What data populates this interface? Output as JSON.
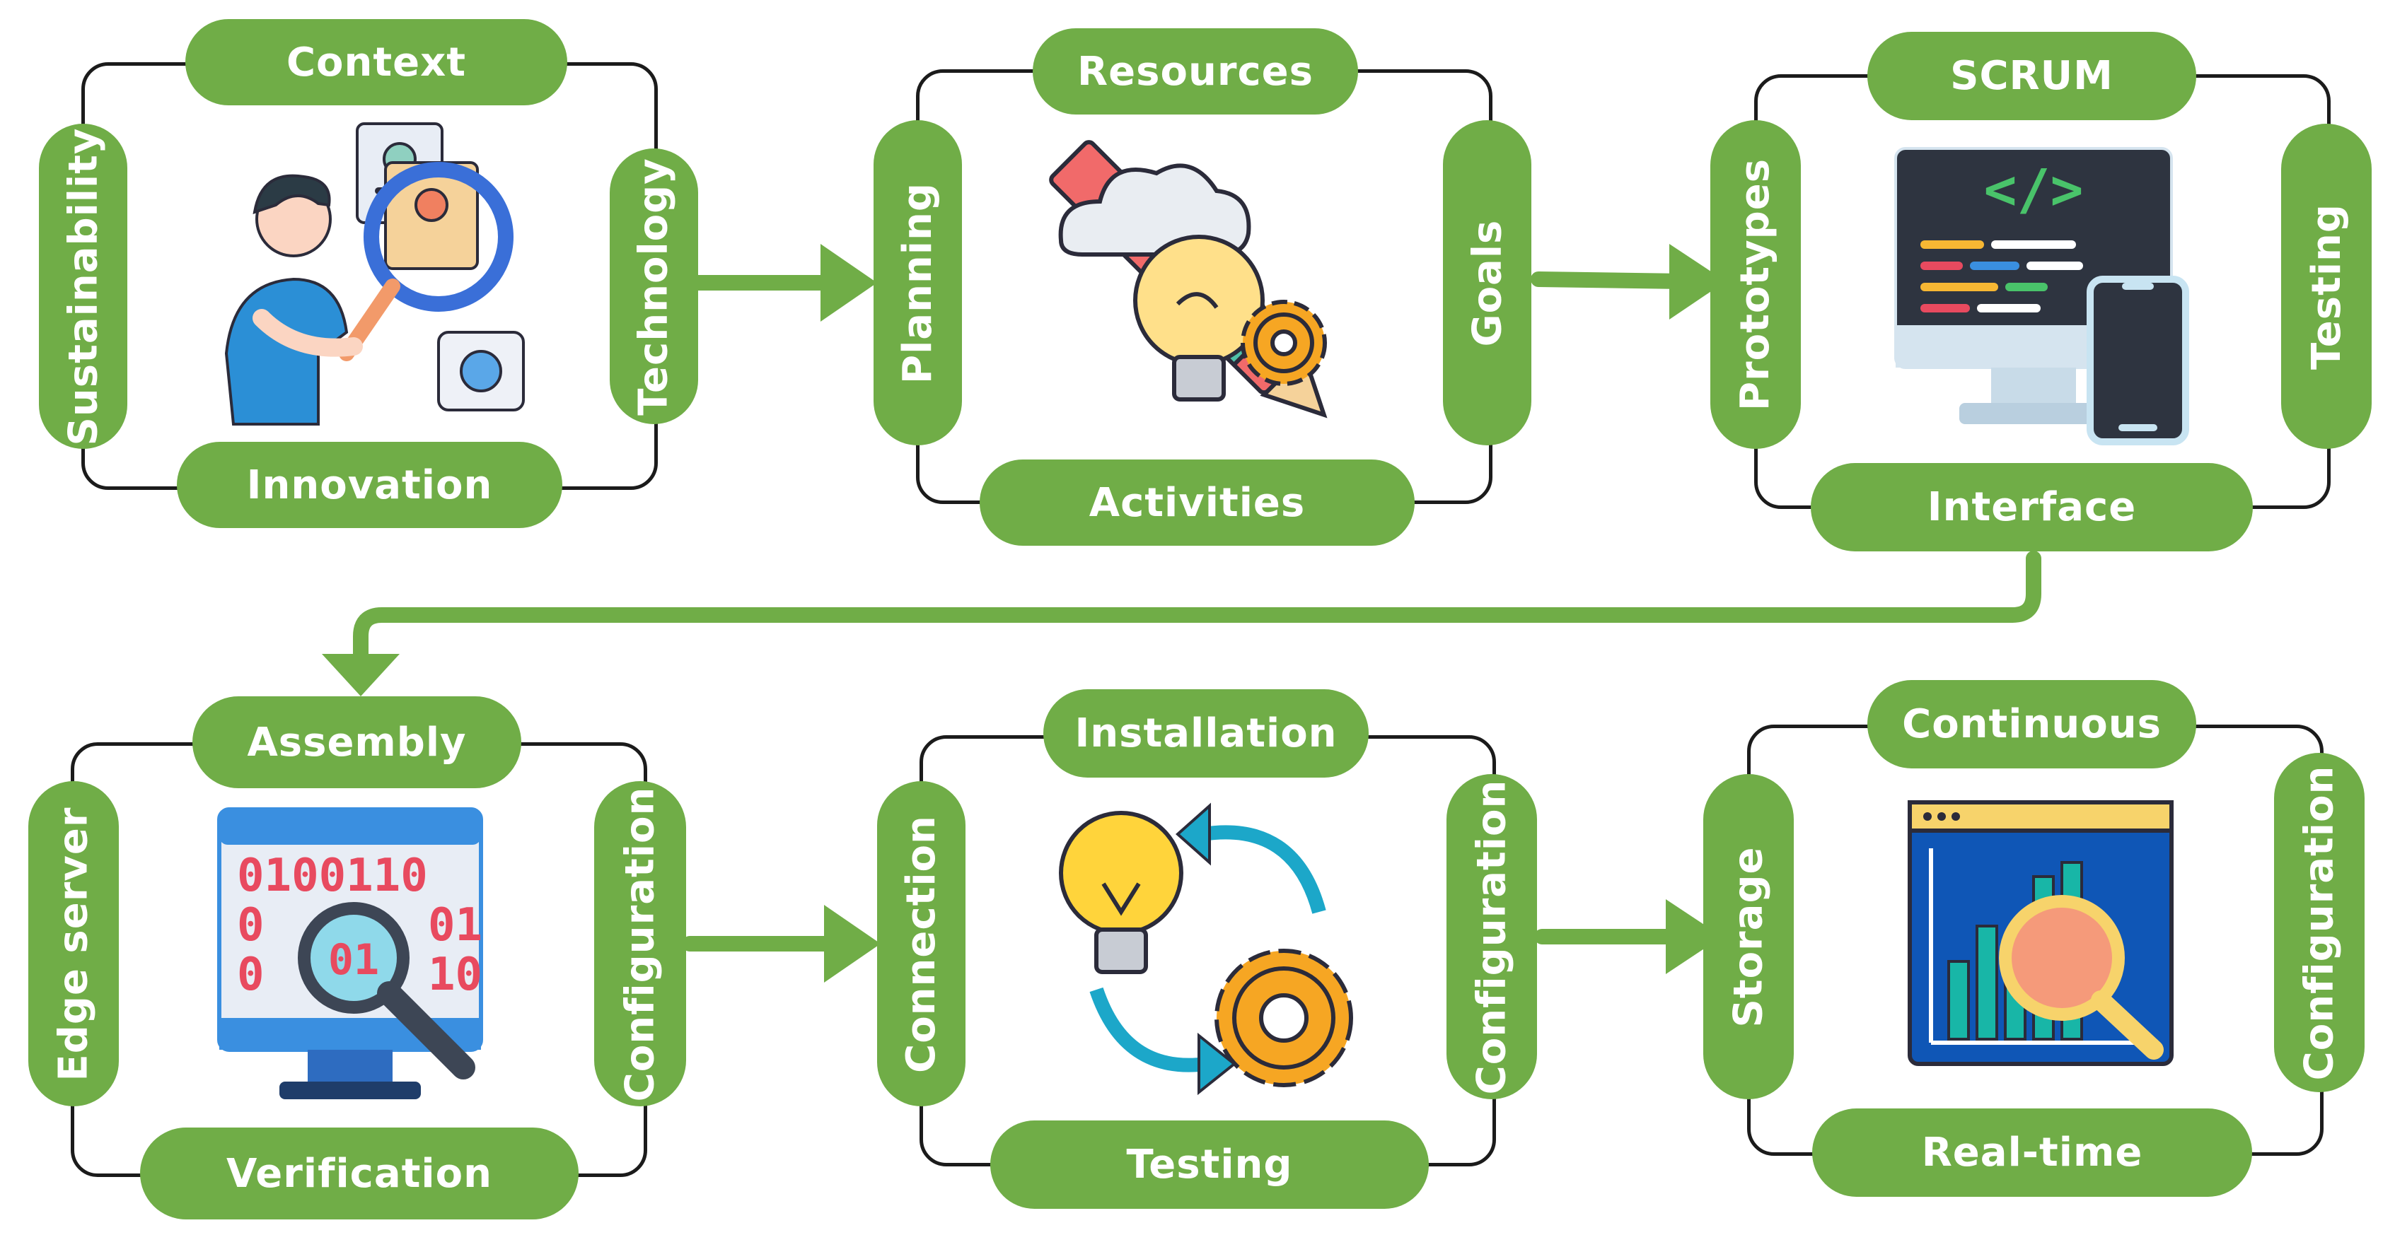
{
  "colors": {
    "pill_green": "#70ad47",
    "arrow_green": "#70ad47",
    "frame_line": "#1b1b1b",
    "pill_text": "#ffffff"
  },
  "stages": [
    {
      "top": "Context",
      "bottom": "Innovation",
      "left": "Sustainability",
      "right": "Technology",
      "icon": "person-searching-documents-icon"
    },
    {
      "top": "Resources",
      "bottom": "Activities",
      "left": "Planning",
      "right": "Goals",
      "icon": "idea-pencil-gear-icon"
    },
    {
      "top": "SCRUM",
      "bottom": "Interface",
      "left": "Prototypes",
      "right": "Testing",
      "icon": "code-monitor-phone-icon"
    },
    {
      "top": "Assembly",
      "bottom": "Verification",
      "left": "Edge server",
      "right": "Configuration",
      "icon": "binary-monitor-magnifier-icon"
    },
    {
      "top": "Installation",
      "bottom": "Testing",
      "left": "Connection",
      "right": "Configuration",
      "icon": "idea-cycle-gear-icon"
    },
    {
      "top": "Continuous",
      "bottom": "Real-time",
      "left": "Storage",
      "right": "Configuration",
      "icon": "analytics-window-magnifier-icon"
    }
  ]
}
